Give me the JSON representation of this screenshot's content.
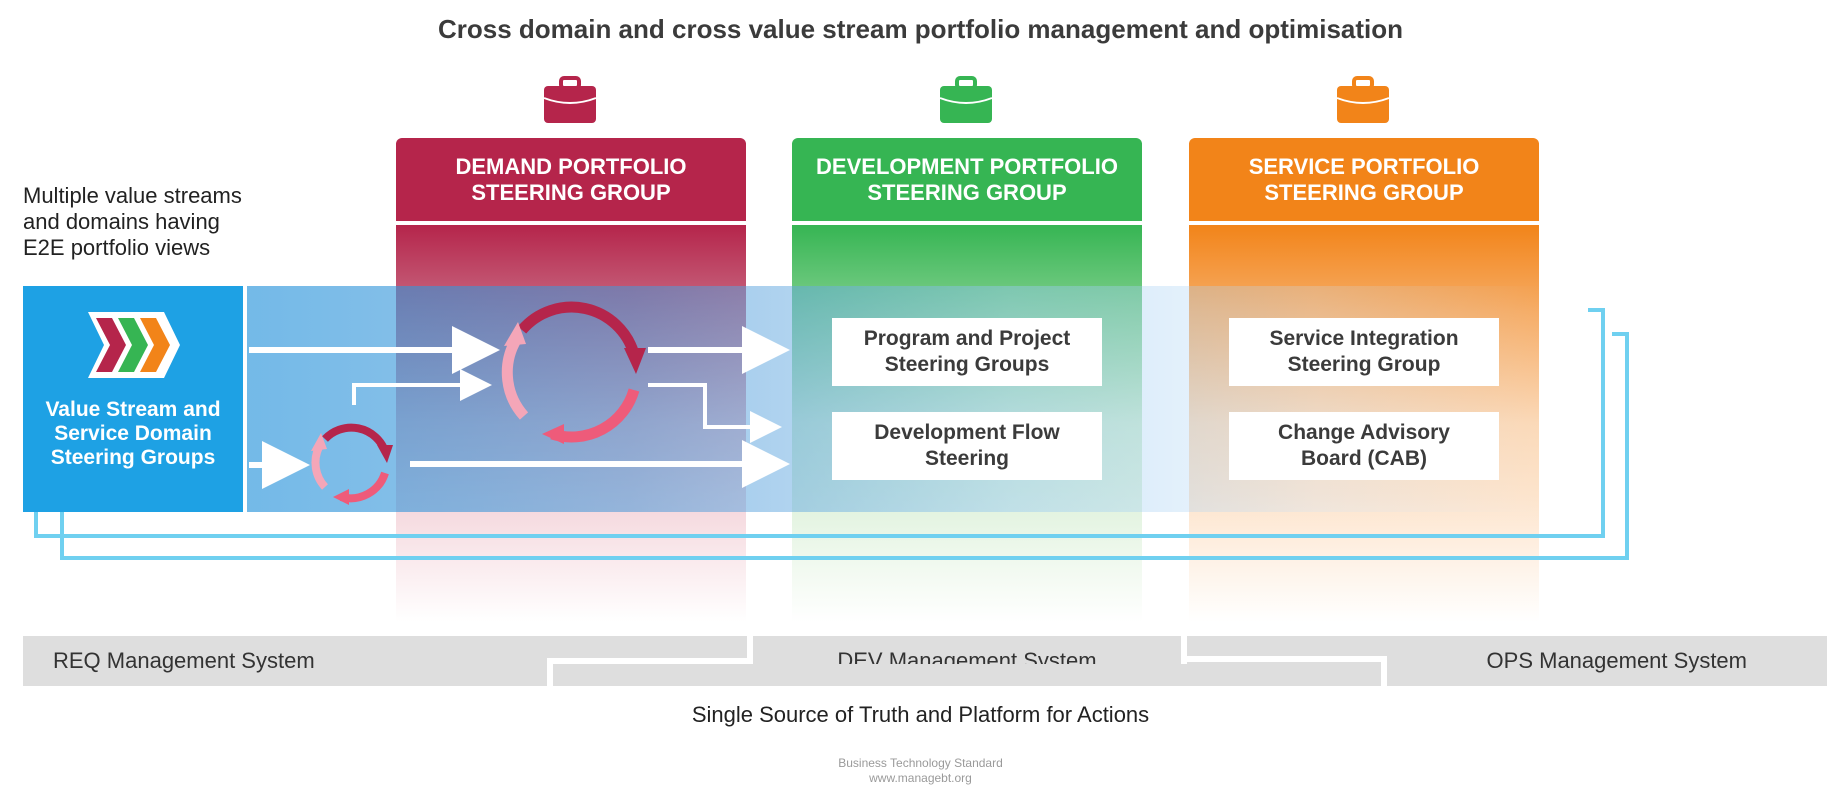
{
  "title": "Cross domain and cross value stream portfolio management and optimisation",
  "side_note": "Multiple value streams\nand domains having\nE2E portfolio views",
  "value_stream_box": {
    "label": "Value Stream and\nService Domain\nSteering Groups"
  },
  "columns": [
    {
      "label": "DEMAND PORTFOLIO\nSTEERING GROUP",
      "color": "#b5254b",
      "icon": "briefcase-icon"
    },
    {
      "label": "DEVELOPMENT PORTFOLIO\nSTEERING GROUP",
      "color": "#36b553",
      "icon": "briefcase-icon",
      "boxes": [
        "Program and Project\nSteering Groups",
        "Development Flow\nSteering"
      ]
    },
    {
      "label": "SERVICE PORTFOLIO\nSTEERING GROUP",
      "color": "#f28419",
      "icon": "briefcase-icon",
      "boxes": [
        "Service Integration\nSteering Group",
        "Change Advisory\nBoard (CAB)"
      ]
    }
  ],
  "systems": [
    "REQ Management System",
    "DEV Management System",
    "OPS Management System"
  ],
  "single_source": "Single Source of Truth and Platform for Actions",
  "footer": {
    "line1": "Business Technology Standard",
    "line2": "www.managebt.org"
  },
  "colors": {
    "band_blue": "#1ea1e4",
    "loop_line": "#6fd0f0",
    "cycle_dark": "#b5254b",
    "cycle_light": "#f4a6b8",
    "cycle_mid": "#ee5b7a"
  }
}
